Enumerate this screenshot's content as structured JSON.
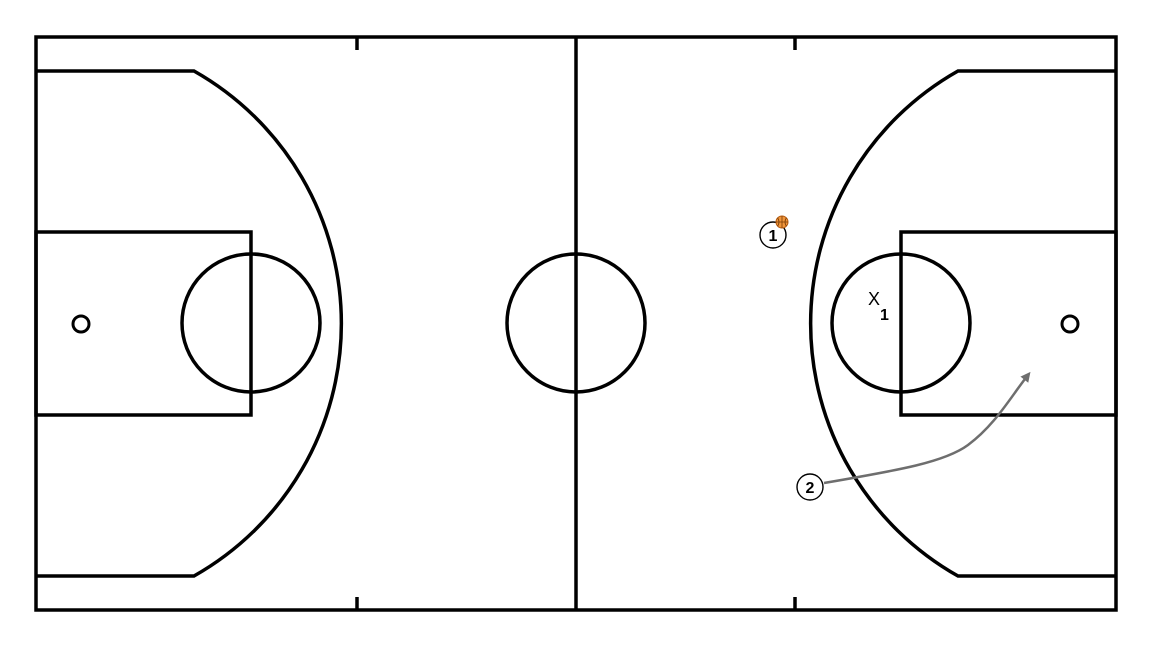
{
  "colors": {
    "background": "#ffffff",
    "court_lines": "#000000",
    "cut_arrow": "#6e6e6e",
    "ball": "#f0963c"
  },
  "diagram": {
    "type": "basketball-half-court-play",
    "players": [
      {
        "label": "1",
        "has_ball": true
      },
      {
        "label": "2",
        "has_ball": false
      }
    ],
    "defenders": [
      {
        "symbol": "X",
        "subscript": "1"
      }
    ],
    "movements": [
      {
        "player": "2",
        "kind": "cut",
        "toward": "basket-right"
      }
    ]
  }
}
